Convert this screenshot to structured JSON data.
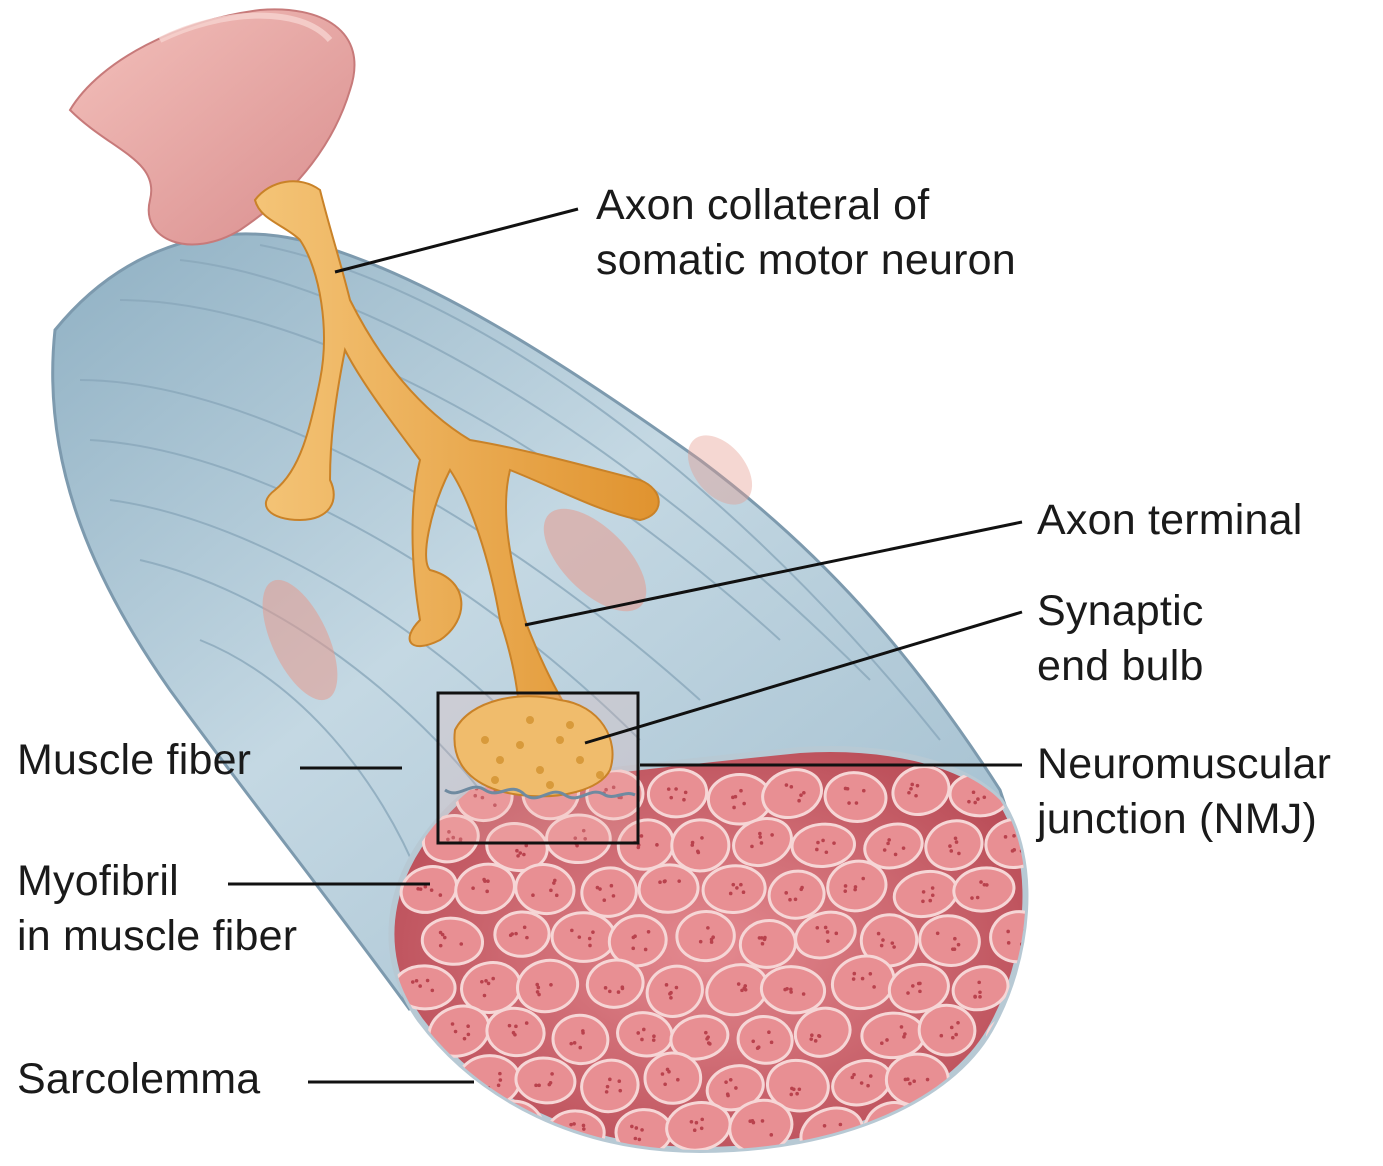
{
  "labels": {
    "axon_collateral": {
      "line1": "Axon collateral of",
      "line2": "somatic motor neuron"
    },
    "axon_terminal": {
      "line1": "Axon terminal"
    },
    "synaptic_end_bulb": {
      "line1": "Synaptic",
      "line2": "end bulb"
    },
    "nmj": {
      "line1": "Neuromuscular",
      "line2": "junction (NMJ)"
    },
    "muscle_fiber": {
      "line1": "Muscle fiber"
    },
    "myofibril": {
      "line1": "Myofibril",
      "line2": "in muscle fiber"
    },
    "sarcolemma": {
      "line1": "Sarcolemma"
    }
  },
  "colors": {
    "muscle_fiber": "#a9c4d4",
    "axon": "#e9a94a",
    "neuron_body": "#e9a7a5",
    "myofibril": "#e88f93",
    "cross_section": "#c9575f",
    "leader_line": "#111111"
  }
}
